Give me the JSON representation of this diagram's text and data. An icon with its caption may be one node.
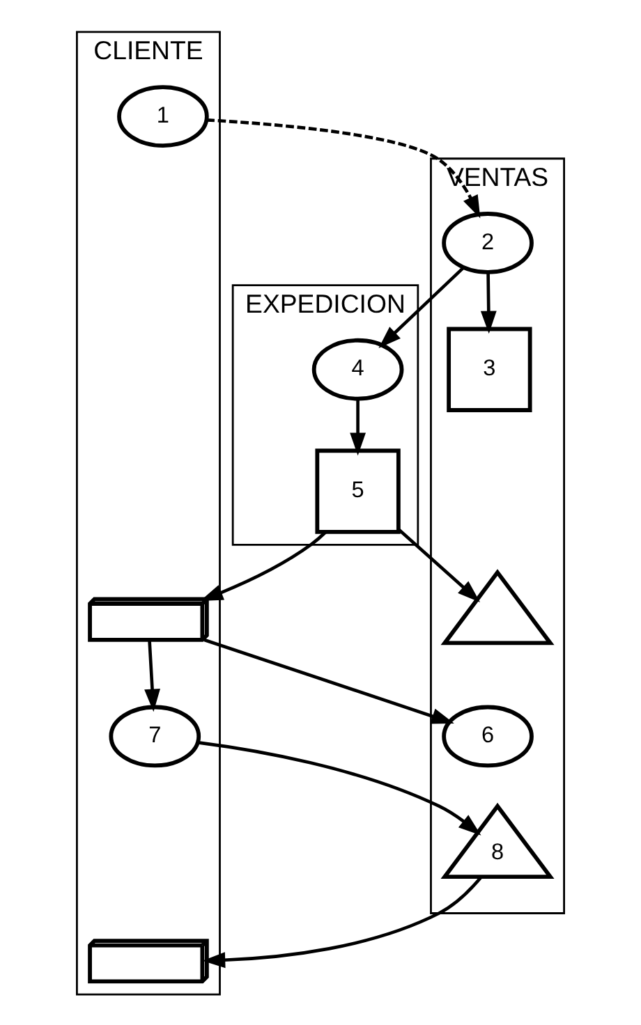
{
  "diagram": {
    "nodes": [
      {
        "text": [
          "CLIENTE"
        ]
      },
      {
        "text": [
          "VENTAS"
        ]
      },
      {
        "text": [
          "EXPEDICION"
        ]
      },
      {
        "text": [
          "1"
        ],
        "in": 0
      },
      {
        "text": [
          "2"
        ],
        "in": 1
      },
      {
        "text": [
          "3"
        ],
        "in": 1
      },
      {
        "text": [
          "4"
        ],
        "in": 2
      },
      {
        "text": [],
        "shape": "triangle",
        "in": 1
      },
      {
        "text": [
          "5"
        ],
        "in": 2
      },
      {
        "text": [],
        "shape": "box",
        "in": 0
      },
      {
        "text": [
          "6"
        ],
        "in": 1
      },
      {
        "text": [
          "7"
        ],
        "in": 0
      },
      {
        "text": [
          "8"
        ],
        "in": 1
      },
      {
        "text": [],
        "shape": "box",
        "in": 0
      }
    ],
    "edges": [
      {
        "from": 3,
        "to": 4,
        "arrow": "to",
        "style": "dashed"
      },
      {
        "from": 4,
        "to": 5,
        "arrow": "to"
      },
      {
        "from": 4,
        "to": 6,
        "arrow": "to"
      },
      {
        "from": 6,
        "to": 8,
        "arrow": "to"
      },
      {
        "from": 8,
        "to": 7,
        "arrow": "to"
      },
      {
        "from": 8,
        "to": 9,
        "arrow": "to"
      },
      {
        "from": 9,
        "to": 10,
        "arrow": "to"
      },
      {
        "from": 9,
        "to": 11,
        "arrow": "to"
      },
      {
        "from": 11,
        "to": 12,
        "arrow": "to"
      },
      {
        "from": 12,
        "to": 13,
        "arrow": "to"
      }
    ]
  }
}
